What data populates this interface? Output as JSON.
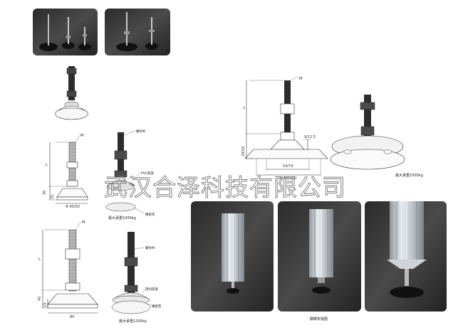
{
  "watermark": "武汉合泽科技有限公司",
  "labels": {
    "m_top_right": "M",
    "m_left_mid": "M",
    "m_left_bottom": "M",
    "l_top_right": "L",
    "l_left_mid": "L",
    "l_left_bottom": "L",
    "thread_rod_1": "螺纹杆",
    "pvc_base": "PVC底盘",
    "max_load_1000": "最大承重1000kg",
    "rubber_pad_1": "橡胶垫",
    "thread_rod_2": "螺纹杆",
    "plastic_base": "塑料底盘",
    "rubber_pad_2": "橡胶垫",
    "max_load_1200": "最大承重1200kg",
    "max_load_1500": "最大承重1500kg",
    "install_caption": "脚脚安装图"
  },
  "dims": {
    "d_40_50": "Φ 40/50",
    "d_80_100": "Φ 80/100",
    "d_54_74": "54/74",
    "d_9_12_5": "9/12.5",
    "d_29_50": "29/50",
    "d_30": "30",
    "d_25": "25",
    "d_45": "45",
    "d_23": "23",
    "d_80": "80"
  },
  "colors": {
    "photo_bg": "#3a3a3a",
    "base_black": "#141414",
    "aluminium": "#c8ccd0"
  }
}
